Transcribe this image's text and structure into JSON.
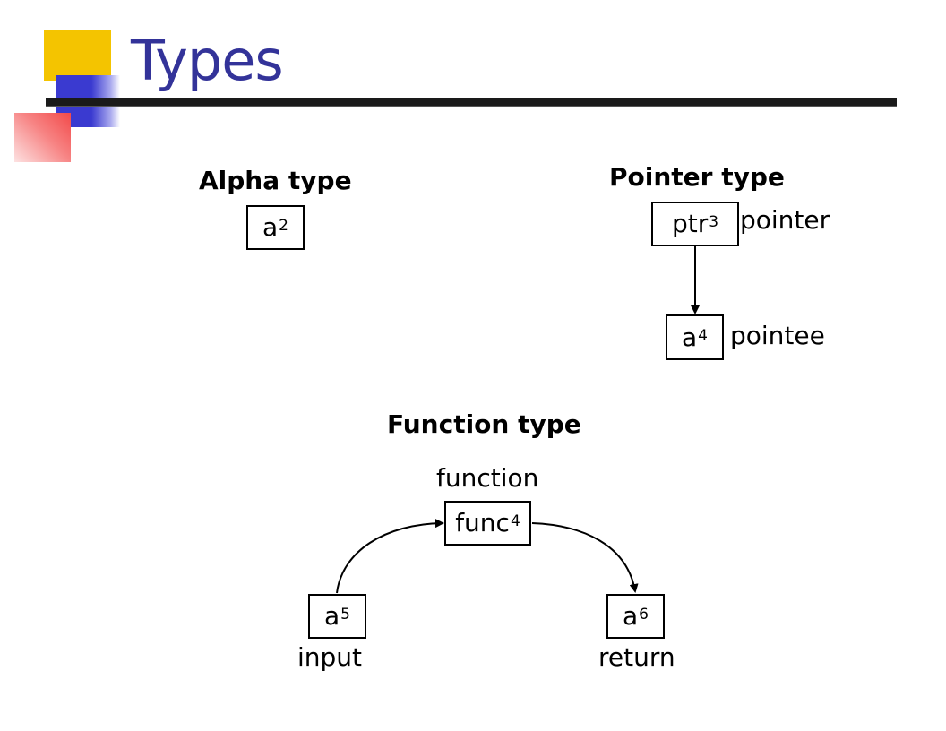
{
  "slide": {
    "title": "Types"
  },
  "alpha": {
    "heading": "Alpha type",
    "box": {
      "base": "a",
      "superscript": "2"
    }
  },
  "pointer": {
    "heading": "Pointer type",
    "pointer_box": {
      "base": "ptr",
      "superscript": "3"
    },
    "pointer_label": "pointer",
    "pointee_box": {
      "base": "a",
      "superscript": "4"
    },
    "pointee_label": "pointee"
  },
  "function": {
    "heading": "Function type",
    "function_label": "function",
    "func_box": {
      "base": "func",
      "superscript": "4"
    },
    "input_box": {
      "base": "a",
      "superscript": "5"
    },
    "input_label": "input",
    "return_box": {
      "base": "a",
      "superscript": "6"
    },
    "return_label": "return"
  },
  "colors": {
    "title": "#333399",
    "accent_yellow": "#f4c400",
    "accent_blue": "#3a3ad0",
    "accent_red": "#f24a4a"
  }
}
